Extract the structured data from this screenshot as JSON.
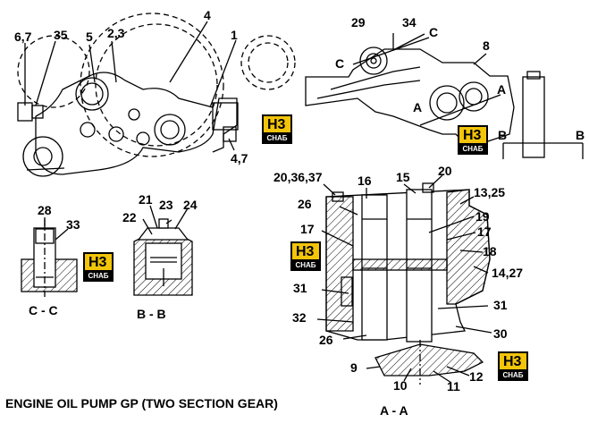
{
  "title": "ENGINE OIL PUMP GP (TWO SECTION GEAR)",
  "sections": {
    "cc": "C - C",
    "bb": "B - B",
    "aa": "A - A"
  },
  "logo": {
    "mark": "H3",
    "sub": "СНАБ"
  },
  "callouts": {
    "c67": "6,7",
    "c35": "35",
    "c5": "5",
    "c23": "2,3",
    "c4": "4",
    "c1": "1",
    "c47": "4,7",
    "c29": "29",
    "c34": "34",
    "cC1": "C",
    "cC2": "C",
    "c8": "8",
    "cA1": "A",
    "cA2": "A",
    "cB1": "B",
    "cB2": "B",
    "c28": "28",
    "c33": "33",
    "c21": "21",
    "c22": "22",
    "c23b": "23",
    "c24": "24",
    "c203637": "20,36,37",
    "c16": "16",
    "c15": "15",
    "c20": "20",
    "c1325": "13,25",
    "c26a": "26",
    "c19": "19",
    "c17a": "17",
    "c17b": "17",
    "c18": "18",
    "c1427": "14,27",
    "c31a": "31",
    "c31b": "31",
    "c32": "32",
    "c26b": "26",
    "c30": "30",
    "c9": "9",
    "c10": "10",
    "c11": "11",
    "c12": "12"
  }
}
